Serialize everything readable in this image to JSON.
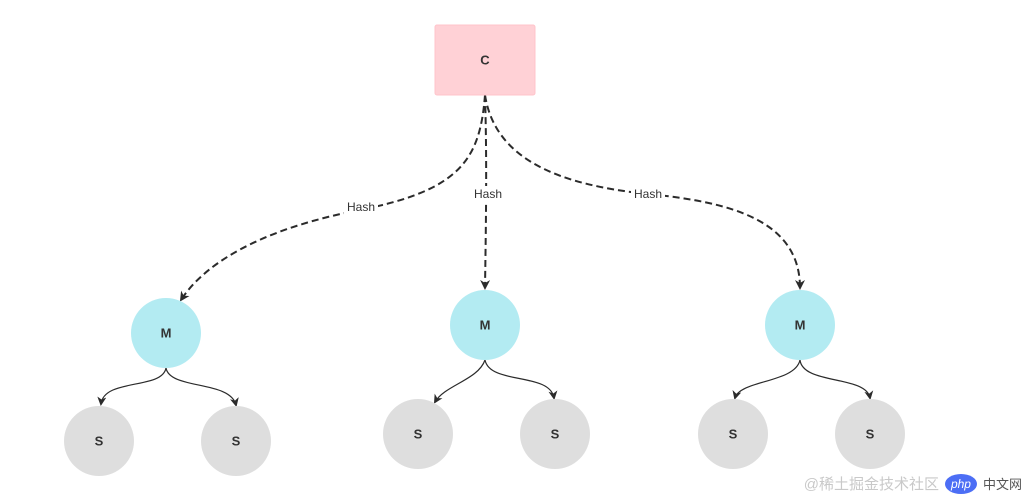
{
  "diagram": {
    "root": {
      "label": "C",
      "color": "#ffd1d6"
    },
    "edge_label": "Hash",
    "masters": [
      {
        "label": "M",
        "color": "#b3ebf2",
        "slaves": [
          "S",
          "S"
        ]
      },
      {
        "label": "M",
        "color": "#b3ebf2",
        "slaves": [
          "S",
          "S"
        ]
      },
      {
        "label": "M",
        "color": "#b3ebf2",
        "slaves": [
          "S",
          "S"
        ]
      }
    ],
    "slave_color": "#dedede",
    "edge_color": "#2b2b2b"
  },
  "watermark": {
    "text": "@稀土掘金技术社区",
    "logo": "php",
    "suffix": "中文网"
  }
}
